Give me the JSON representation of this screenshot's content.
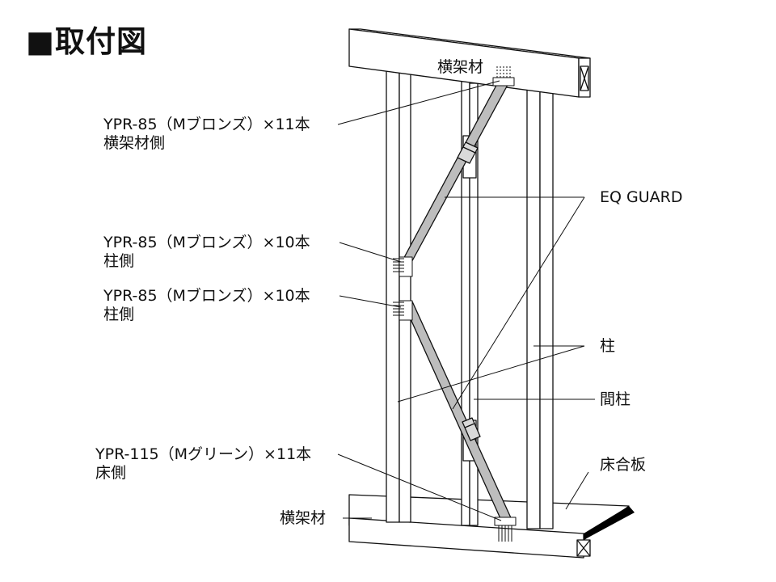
{
  "title": "■取付図",
  "labels": {
    "beam_top": "横架材",
    "beam_bottom": "横架材",
    "upper_spec": "YPR-85（Mブロンズ）×11本",
    "upper_side": "横架材側",
    "mid1_spec": "YPR-85（Mブロンズ）×10本",
    "mid1_side": "柱側",
    "mid2_spec": "YPR-85（Mブロンズ）×10本",
    "mid2_side": "柱側",
    "lower_spec": "YPR-115（Mグリーン）×11本",
    "lower_side": "床側",
    "eq_guard": "EQ GUARD",
    "column": "柱",
    "stud": "間柱",
    "floor_board": "床合板"
  },
  "colors": {
    "line": "#111111",
    "brace_fill": "#bdbdbd",
    "board_edge": "#000000",
    "background": "#ffffff"
  }
}
